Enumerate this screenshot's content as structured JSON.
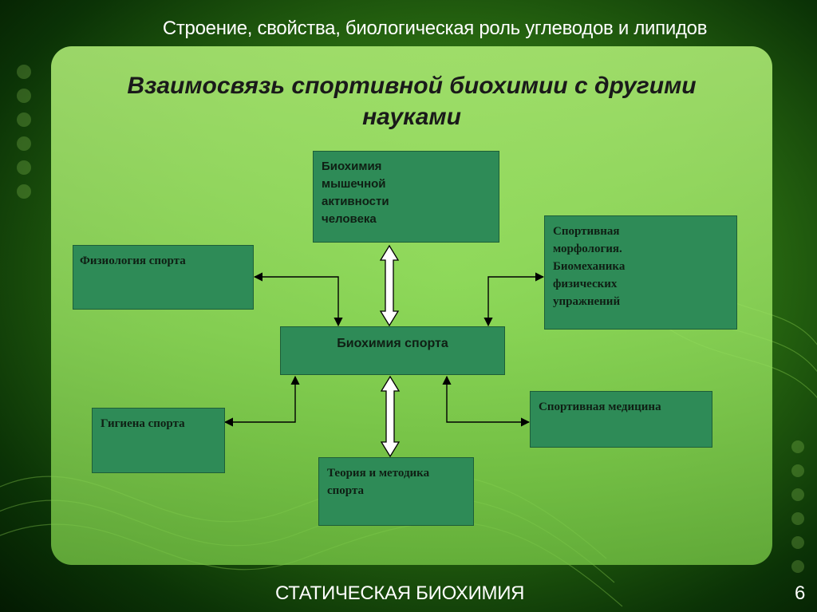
{
  "header": {
    "title": "Строение, свойства, биологическая роль углеводов и липидов"
  },
  "slide": {
    "title_line1": "Взаимосвязь спортивной биохимии с другими",
    "title_line2": "науками"
  },
  "diagram": {
    "center": "Биохимия спорта",
    "muscle_activity": [
      "Биохимия",
      "мышечной",
      "активности",
      "человека"
    ],
    "physiology": "Физиология спорта",
    "morphology": [
      "Спортивная",
      "морфология.",
      "Биомеханика",
      "физических",
      "упражнений"
    ],
    "hygiene": "Гигиена спорта",
    "medicine": "Спортивная медицина",
    "theory": [
      "Теория и методика",
      "спорта"
    ]
  },
  "footer": {
    "label": "СТАТИЧЕСКАЯ БИОХИМИЯ",
    "page": "6"
  },
  "colors": {
    "box_fill": "#2e8b57",
    "panel": "#a6e670",
    "background": "#2b6e12"
  }
}
